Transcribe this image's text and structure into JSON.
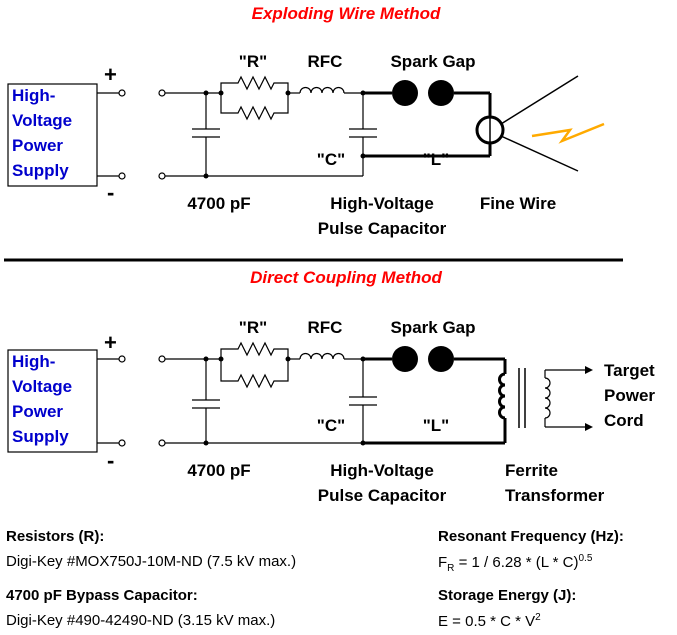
{
  "sections": {
    "exploding_title": "Exploding Wire Method",
    "direct_title": "Direct Coupling Method"
  },
  "power_supply": {
    "line1": "High-",
    "line2": "Voltage",
    "line3": "Power",
    "line4": "Supply",
    "plus": "+",
    "minus": "-"
  },
  "components": {
    "resistor_label": "\"R\"",
    "rfc_label": "RFC",
    "spark_gap_label": "Spark Gap",
    "capacitor_label": "\"C\"",
    "inductance_label": "\"L\"",
    "bypass_cap_label": "4700 pF",
    "pulse_cap_line1": "High-Voltage",
    "pulse_cap_line2": "Pulse Capacitor",
    "fine_wire_label": "Fine Wire",
    "transformer_line1": "Ferrite",
    "transformer_line2": "Transformer",
    "target_line1": "Target",
    "target_line2": "Power",
    "target_line3": "Cord"
  },
  "notes": {
    "resistors_heading": "Resistors (R):",
    "resistors_part": "Digi-Key #MOX750J-10M-ND  (7.5 kV max.)",
    "bypass_heading": "4700 pF Bypass Capacitor:",
    "bypass_part": "Digi-Key #490-42490-ND  (3.15 kV max.)",
    "resonant_heading": "Resonant Frequency (Hz):",
    "resonant_F": "F",
    "resonant_sub": "R",
    "resonant_expr": " = 1 / 6.28 * (L * C)",
    "resonant_sup": "0.5",
    "energy_heading": "Storage Energy (J):",
    "energy_expr": "E = 0.5 * C * V",
    "energy_sup": "2"
  },
  "colors": {
    "section_title": "#ff0000",
    "power_supply_text": "#0000cc",
    "spark": "#ffaa00"
  }
}
